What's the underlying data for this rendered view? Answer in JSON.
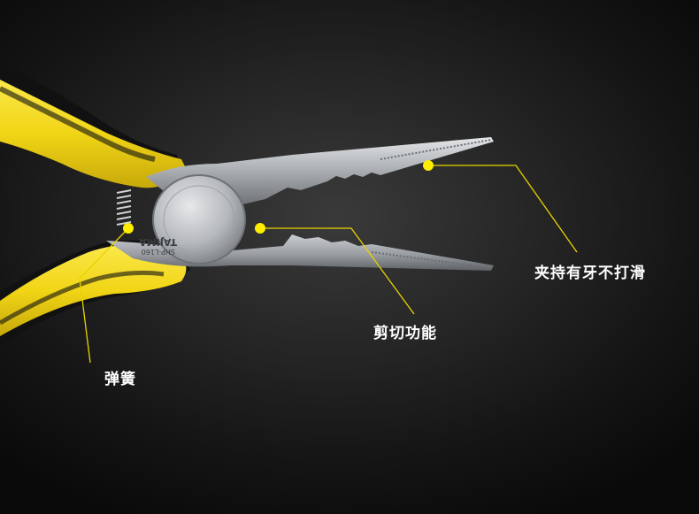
{
  "product": {
    "brand_engraving": "TAJIMA",
    "model_engraving": "SHP-L160"
  },
  "callouts": [
    {
      "id": "grip",
      "label": "夹持有牙不打滑"
    },
    {
      "id": "cut",
      "label": "剪切功能"
    },
    {
      "id": "spring",
      "label": "弹簧"
    }
  ],
  "colors": {
    "background": "#0a0a0a",
    "handle_yellow": "#f4dc1a",
    "handle_black": "#111111",
    "steel": "#b9bcbf",
    "marker": "#ffee00",
    "label_text": "#ffffff"
  }
}
